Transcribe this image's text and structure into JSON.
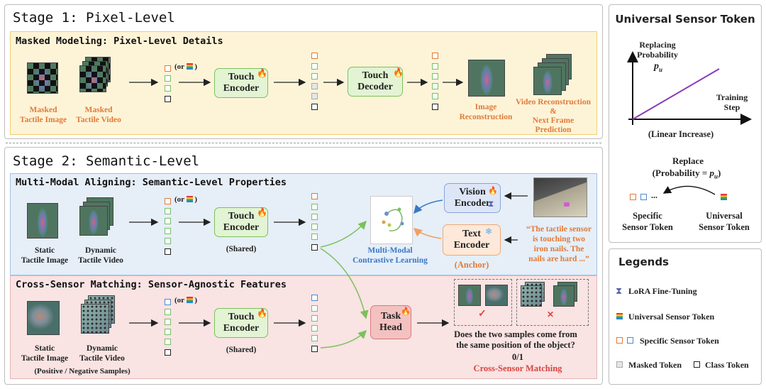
{
  "stage1": {
    "title": "Stage 1: Pixel-Level",
    "section_title": "Masked Modeling: Pixel-Level Details",
    "inputs": [
      "Masked\nTactile Image",
      "Masked\nTactile Video"
    ],
    "or_label": "(or",
    "or_close": ")",
    "encoder": "Touch\nEncoder",
    "decoder": "Touch\nDecoder",
    "outputs": [
      "Image\nReconstruction",
      "Video Reconstruction\n&\nNext Frame\nPrediction"
    ]
  },
  "stage2": {
    "title": "Stage 2: Semantic-Level",
    "align": {
      "section_title": "Multi-Modal Aligning: Semantic-Level Properties",
      "inputs": [
        "Static\nTactile Image",
        "Dynamic\nTactile Video"
      ],
      "or_label": "(or",
      "or_close": ")",
      "encoder": "Touch\nEncoder",
      "shared": "(Shared)",
      "contrastive": "Multi-Modal\nContrastive Learning",
      "vision_encoder": "Vision\nEncoder",
      "text_encoder": "Text\nEncoder",
      "anchor": "(Anchor)",
      "caption": "“The tactile sensor\nis touching two\niron nails. The\nnails are hard ...”"
    },
    "match": {
      "section_title": "Cross-Sensor Matching: Sensor-Agnostic Features",
      "inputs": [
        "Static\nTactile Image",
        "Dynamic\nTactile Video"
      ],
      "samples_note": "(Positive / Negative Samples)",
      "or_label": "(or",
      "or_close": ")",
      "encoder": "Touch\nEncoder",
      "shared": "(Shared)",
      "task_head": "Task\nHead",
      "check": "✓",
      "cross": "✕",
      "question": "Does the two samples come from\nthe same position of the object?",
      "answer": "0/1",
      "result": "Cross-Sensor Matching"
    }
  },
  "ust": {
    "title": "Universal Sensor Token",
    "y_label": "Replacing\nProbability",
    "y_symbol": "p",
    "y_sub": "u",
    "x_label": "Training\nStep",
    "caption": "(Linear Increase)",
    "replace": "Replace",
    "prob_prefix": "(Probability = ",
    "prob_symbol": "p",
    "prob_sub": "u",
    "prob_suffix": ")",
    "ellipsis": "...",
    "left_label": "Specific\nSensor Token",
    "right_label": "Universal\nSensor Token"
  },
  "legends": {
    "title": "Legends",
    "items": [
      "LoRA Fine-Tuning",
      "Universal Sensor Token",
      "Specific Sensor Token",
      "Masked Token",
      "Class Token"
    ]
  },
  "colors": {
    "orange": "#e07b39",
    "green": "#74c265",
    "blue": "#4a8ad0",
    "red": "#d9453e"
  },
  "icons": [
    "fire-icon",
    "hourglass-icon",
    "snowflake-icon",
    "rainbow-token-icon"
  ]
}
